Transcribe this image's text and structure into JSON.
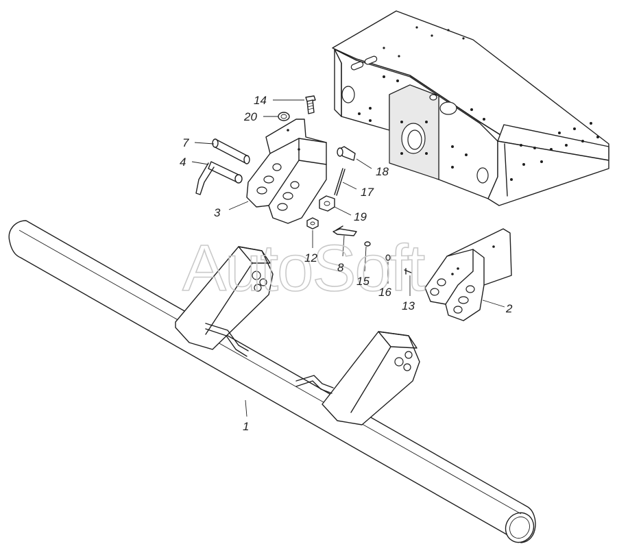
{
  "watermark": "AutoSoft",
  "callouts": [
    {
      "id": "c1",
      "text": "1"
    },
    {
      "id": "c2",
      "text": "2"
    },
    {
      "id": "c3",
      "text": "3"
    },
    {
      "id": "c4",
      "text": "4"
    },
    {
      "id": "c7",
      "text": "7"
    },
    {
      "id": "c8",
      "text": "8"
    },
    {
      "id": "c12",
      "text": "12"
    },
    {
      "id": "c13",
      "text": "13"
    },
    {
      "id": "c14",
      "text": "14"
    },
    {
      "id": "c15",
      "text": "15"
    },
    {
      "id": "c16",
      "text": "16"
    },
    {
      "id": "c17",
      "text": "17"
    },
    {
      "id": "c18",
      "text": "18"
    },
    {
      "id": "c19",
      "text": "19"
    },
    {
      "id": "c20",
      "text": "20"
    }
  ]
}
